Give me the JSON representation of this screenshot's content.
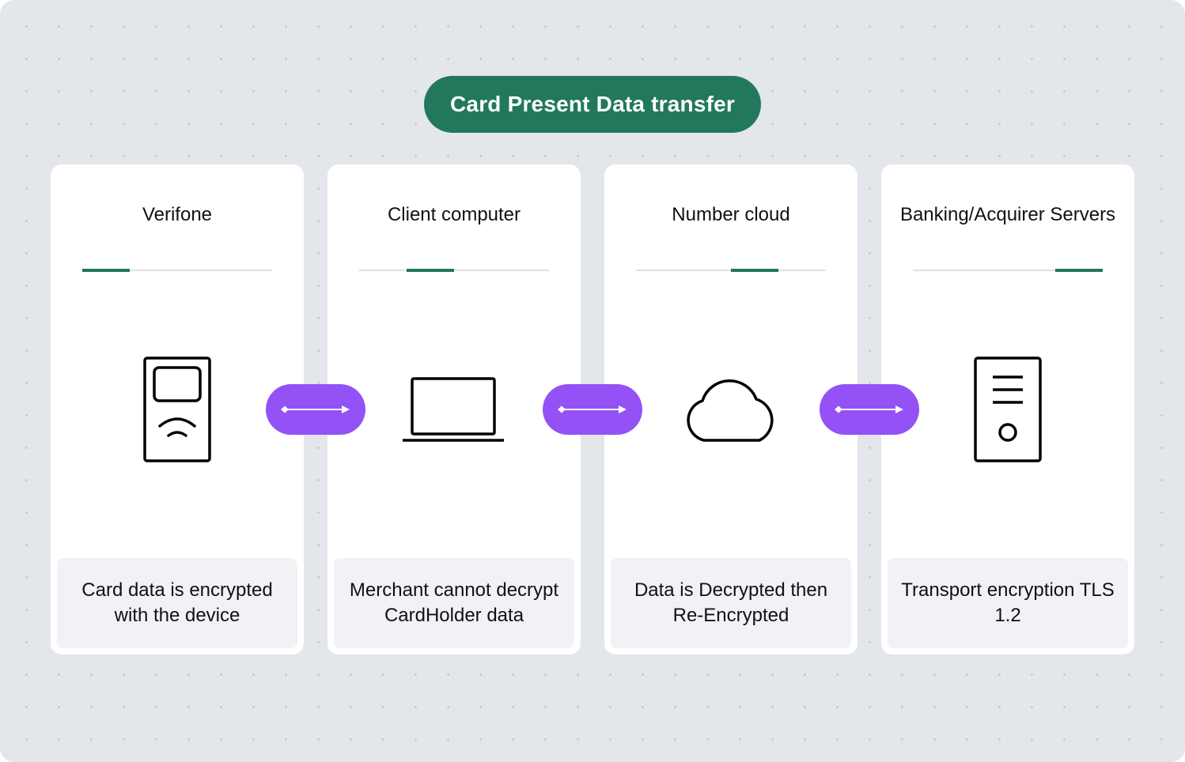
{
  "title": "Card Present Data transfer",
  "colors": {
    "accent_green": "#22785d",
    "connector_purple": "#9351f6",
    "card_background": "#ffffff",
    "description_background": "#f1f2f5",
    "canvas_background": "#e3e6ea"
  },
  "stages": [
    {
      "title": "Verifone",
      "icon": "payment-terminal-icon",
      "accent_position": "left",
      "description": "Card data is encrypted with the device"
    },
    {
      "title": "Client computer",
      "icon": "laptop-icon",
      "accent_position": "center",
      "description": "Merchant cannot decrypt CardHolder data"
    },
    {
      "title": "Number cloud",
      "icon": "cloud-icon",
      "accent_position": "right-center",
      "description": "Data is Decrypted then Re-Encrypted"
    },
    {
      "title": "Banking/Acquirer Servers",
      "icon": "server-icon",
      "accent_position": "right",
      "description": "Transport encryption TLS 1.2"
    }
  ],
  "connectors": [
    {
      "icon": "arrow-right-icon"
    },
    {
      "icon": "arrow-right-icon"
    },
    {
      "icon": "arrow-right-icon"
    }
  ]
}
